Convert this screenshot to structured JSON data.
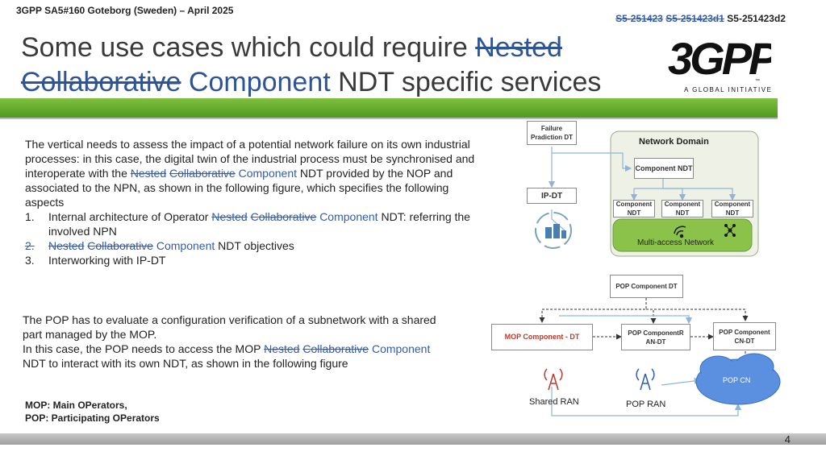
{
  "header": {
    "meeting": "3GPP SA5#160 Goteborg (Sweden) – April 2025",
    "doc_ids": {
      "old1": "S5-251423",
      "old2": "S5-251423d1",
      "current": "S5-251423d2"
    }
  },
  "title": {
    "part1": "Some use cases which could require ",
    "struck1": "Nested",
    "struck2": "Collaborative",
    "highlight": "Component",
    "part2": " NDT specific services"
  },
  "logo": {
    "text": "3GPP",
    "tagline": "A GLOBAL INITIATIVE",
    "tm": "™"
  },
  "section1": {
    "intro1": "The vertical needs to assess the impact of a potential network failure on its own industrial processes: in this case, the digital twin of the industrial process must be synchronised and interoperate with the ",
    "struck_a": "Nested",
    "struck_b": "Collaborative",
    "comp": "Component",
    "intro2": " NDT provided by the NOP and associated to the NPN, as shown in the following figure, which specifies the following aspects",
    "items": [
      {
        "num": "1.",
        "pre": "Internal architecture of Operator ",
        "s1": "Nested",
        "s2": "Collaborative",
        "comp": "Component",
        "post": " NDT: referring the involved NPN"
      },
      {
        "num": "2.",
        "s1": "Nested",
        "s2": "Collaborative",
        "comp": "Component",
        "post": " NDT objectives"
      },
      {
        "num": "3.",
        "text": "Interworking with IP-DT"
      }
    ]
  },
  "section2": {
    "line1": "The POP has to evaluate a configuration verification of a subnetwork with a shared part managed by the MOP.",
    "line2a": "In this case, the POP needs to access the MOP ",
    "s1": "Nested",
    "s2": "Collaborative",
    "comp": "Component",
    "line2b": " NDT to interact with its own NDT, as shown in the following figure"
  },
  "footnote": {
    "l1": "MOP: Main OPerators,",
    "l2": "POP: Participating OPerators"
  },
  "page_number": "4",
  "diagram1": {
    "failure": "Failure Pradiction DT",
    "ipdt": "IP-DT",
    "domain": "Network Domain",
    "comp_top": "Component NDT",
    "comp_small": [
      "Component NDT",
      "Component NDT",
      "Component NDT"
    ],
    "man": "Multi-access Network"
  },
  "diagram2": {
    "pop_comp_dt": "POP Component DT",
    "mop": "MOP Component - DT",
    "pop_ran_dt": "POP ComponentR AN-DT",
    "pop_cn_dt": "POP Component CN-DT",
    "pop_cn": "POP CN",
    "shared_ran": "Shared RAN",
    "pop_ran": "POP RAN"
  },
  "colors": {
    "green": "#5aa62a",
    "blue": "#2f5496",
    "domain_bg": "#eef2e6",
    "cloud": "#5b8fe0"
  }
}
